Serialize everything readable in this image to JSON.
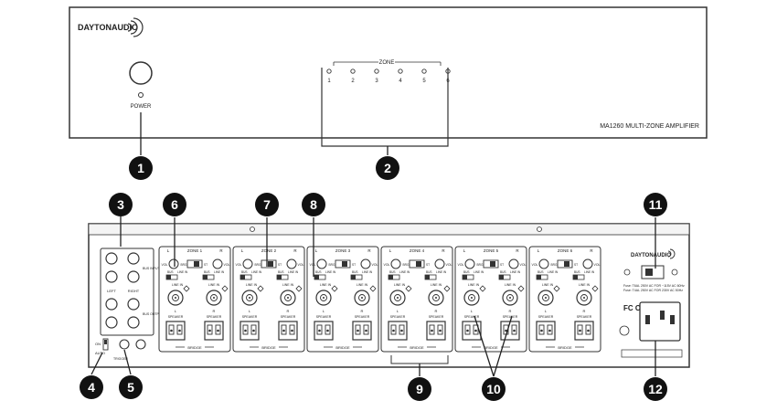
{
  "front_panel": {
    "brand": "DAYTONAUDIO",
    "power_label": "POWER",
    "zone_heading": "ZONE",
    "zone_numbers": [
      "1",
      "2",
      "3",
      "4",
      "5",
      "6"
    ],
    "model_label": "MA1260   MULTI-ZONE AMPLIFIER"
  },
  "rear_panel": {
    "brand": "DAYTONAUDIO",
    "zones": [
      {
        "title": "ZONE 1"
      },
      {
        "title": "ZONE 2"
      },
      {
        "title": "ZONE 3"
      },
      {
        "title": "ZONE 4"
      },
      {
        "title": "ZONE 5"
      },
      {
        "title": "ZONE 6"
      }
    ],
    "channel_l": "L",
    "channel_r": "R",
    "vol_label": "VOL",
    "brg_label": "BRG",
    "st_label": "ST",
    "bus_label": "BUS",
    "line_in_label": "LINE IN",
    "speaker_label": "SPEAKER",
    "bridge_label": "BRIDGE",
    "bus_input_label": "BUS INPUT",
    "bus_output_label": "BUS OUTPUT",
    "left_label": "LEFT",
    "right_label": "RIGHT",
    "on_label": "ON",
    "auto_label": "AUTO",
    "trigger_label": "TRIGGER",
    "voltage_line1": "Fuse: T6AL 250V AC FOR ~115V AC 60Hz",
    "voltage_line2": "Fuse: T4AL 250V AC FOR 230V AC 50Hz",
    "fc_ce": "FC CE"
  },
  "callouts": [
    "1",
    "2",
    "3",
    "4",
    "5",
    "6",
    "7",
    "8",
    "9",
    "10",
    "11",
    "12"
  ]
}
